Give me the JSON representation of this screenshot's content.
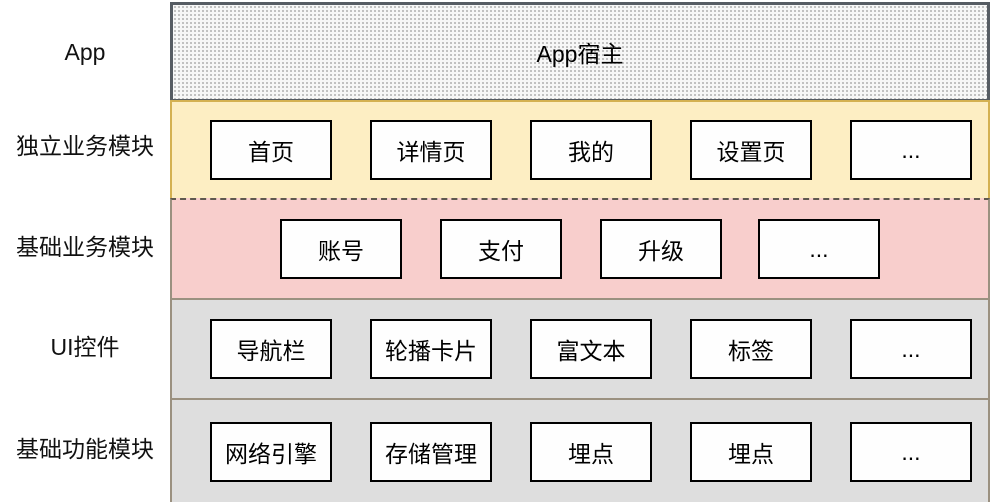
{
  "layers": [
    {
      "label": "App",
      "kind": "host",
      "host_text": "App宿主"
    },
    {
      "label": "独立业务模块",
      "kind": "modules",
      "boxes": [
        "首页",
        "详情页",
        "我的",
        "设置页",
        "..."
      ]
    },
    {
      "label": "基础业务模块",
      "kind": "modules",
      "boxes": [
        "账号",
        "支付",
        "升级",
        "..."
      ]
    },
    {
      "label": "UI控件",
      "kind": "modules",
      "boxes": [
        "导航栏",
        "轮播卡片",
        "富文本",
        "标签",
        "..."
      ]
    },
    {
      "label": "基础功能模块",
      "kind": "modules",
      "boxes": [
        "网络引擎",
        "存储管理",
        "埋点",
        "埋点",
        "..."
      ]
    }
  ],
  "colors": {
    "host_band_fill": "#f7f7f7",
    "host_band_border": "#565c63",
    "independent_band_fill": "#fdeec3",
    "independent_band_border": "#d4b152",
    "base_business_band_fill": "#f8cecc",
    "band_divider": "#9b9180",
    "gray_band_fill": "#dedede",
    "module_box_fill": "#fefefe",
    "module_box_border": "#000000"
  }
}
